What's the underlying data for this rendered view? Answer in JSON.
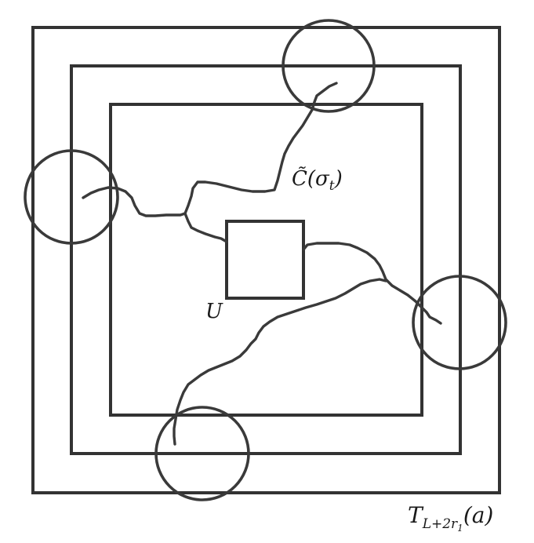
{
  "labels": {
    "cluster": "C̃(σ",
    "cluster_sub": "t",
    "cluster_close": ")",
    "region_u": "U",
    "torus": "T",
    "torus_sub": "L+2r",
    "torus_sub2": "1",
    "torus_arg": "(a)"
  },
  "colors": {
    "stroke": "#333333",
    "background": "#ffffff"
  }
}
